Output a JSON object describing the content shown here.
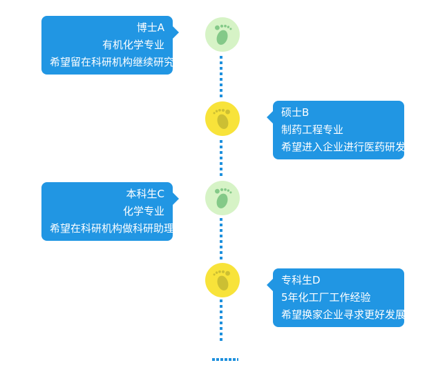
{
  "colors": {
    "bubble_blue": "#2196e3",
    "dotted_line_blue": "#1e90dd",
    "green_circle_background": "#d6f3c6",
    "green_footprint": "#84c988",
    "yellow_circle_background": "#f8e33a",
    "yellow_footprint": "#ccbf33",
    "text_white": "#ffffff",
    "page_background": "#ffffff"
  },
  "timeline": {
    "entries": [
      {
        "id": "phd-a",
        "side": "left",
        "circle_color": "green",
        "icon": "footprint-icon",
        "lines": [
          "博士A",
          "有机化学专业",
          "希望留在科研机构继续研究"
        ]
      },
      {
        "id": "master-b",
        "side": "right",
        "circle_color": "yellow",
        "icon": "footprint-icon",
        "lines": [
          "硕士B",
          "制药工程专业",
          "希望进入企业进行医药研发"
        ]
      },
      {
        "id": "bachelor-c",
        "side": "left",
        "circle_color": "green",
        "icon": "footprint-icon",
        "lines": [
          "本科生C",
          "化学专业",
          "希望在科研机构做科研助理"
        ]
      },
      {
        "id": "associate-d",
        "side": "right",
        "circle_color": "yellow",
        "icon": "footprint-icon",
        "lines": [
          "专科生D",
          "5年化工厂工作经验",
          "希望换家企业寻求更好发展"
        ]
      }
    ],
    "ellipsis_dots_count": 6
  }
}
